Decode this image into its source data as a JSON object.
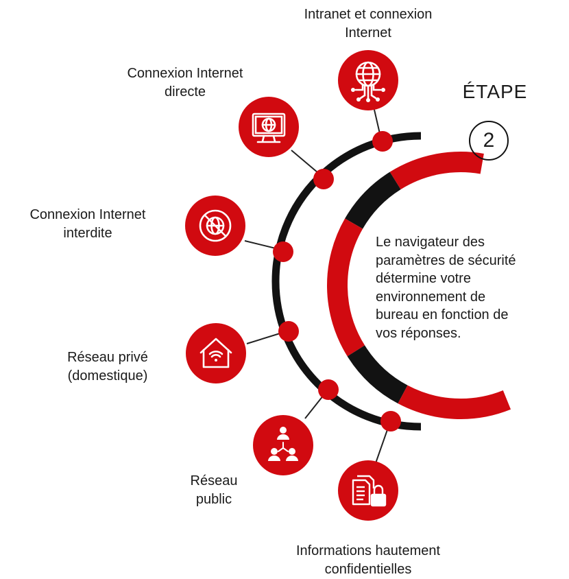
{
  "step": {
    "title": "ÉTAPE",
    "number": "2"
  },
  "description": [
    "Le navigateur des",
    "paramètres de sécurité",
    "détermine votre",
    "environnement de",
    "bureau en fonction de",
    "vos réponses."
  ],
  "nodes": [
    {
      "id": "intranet",
      "icon": "globe-network-icon",
      "label": [
        "Intranet et connexion",
        "Internet"
      ]
    },
    {
      "id": "direct",
      "icon": "monitor-globe-icon",
      "label": [
        "Connexion Internet",
        "directe"
      ]
    },
    {
      "id": "forbidden",
      "icon": "no-internet-icon",
      "label": [
        "Connexion Internet",
        "interdite"
      ]
    },
    {
      "id": "private",
      "icon": "home-wifi-icon",
      "label": [
        "Réseau privé",
        "(domestique)"
      ]
    },
    {
      "id": "public",
      "icon": "people-network-icon",
      "label": [
        "Réseau",
        "public"
      ]
    },
    {
      "id": "confidential",
      "icon": "locked-documents-icon",
      "label": [
        "Informations hautement",
        "confidentielles"
      ]
    }
  ],
  "colors": {
    "red": "#d10a10",
    "black": "#121212",
    "text": "#1a1a1a"
  }
}
